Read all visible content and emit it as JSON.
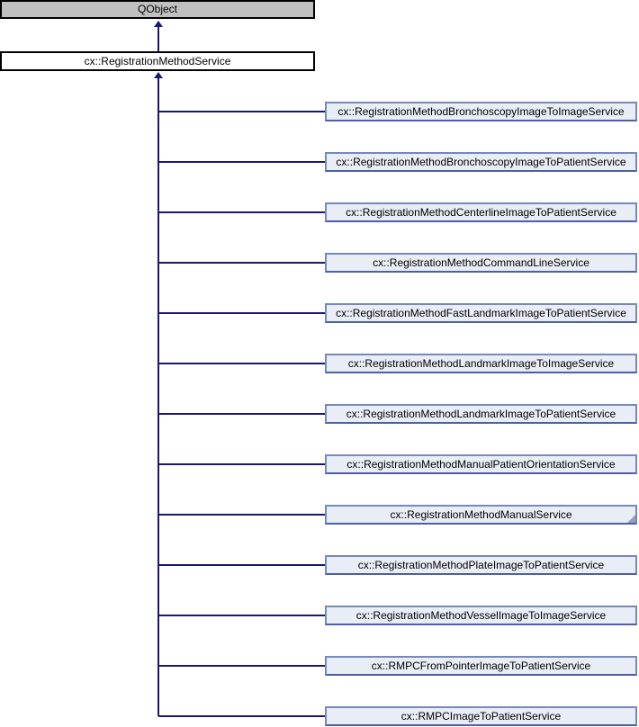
{
  "diagram": {
    "type": "class-inheritance-diagram",
    "root": {
      "label": "QObject"
    },
    "base": {
      "label": "cx::RegistrationMethodService"
    },
    "derived": [
      {
        "label": "cx::RegistrationMethodBronchoscopyImageToImageService",
        "truncated": false
      },
      {
        "label": "cx::RegistrationMethodBronchoscopyImageToPatientService",
        "truncated": false
      },
      {
        "label": "cx::RegistrationMethodCenterlineImageToPatientService",
        "truncated": false
      },
      {
        "label": "cx::RegistrationMethodCommandLineService",
        "truncated": false
      },
      {
        "label": "cx::RegistrationMethodFastLandmarkImageToPatientService",
        "truncated": false
      },
      {
        "label": "cx::RegistrationMethodLandmarkImageToImageService",
        "truncated": false
      },
      {
        "label": "cx::RegistrationMethodLandmarkImageToPatientService",
        "truncated": false
      },
      {
        "label": "cx::RegistrationMethodManualPatientOrientationService",
        "truncated": false
      },
      {
        "label": "cx::RegistrationMethodManualService",
        "truncated": true
      },
      {
        "label": "cx::RegistrationMethodPlateImageToPatientService",
        "truncated": false
      },
      {
        "label": "cx::RegistrationMethodVesselImageToImageService",
        "truncated": false
      },
      {
        "label": "cx::RMPCFromPointerImageToPatientService",
        "truncated": false
      },
      {
        "label": "cx::RMPCImageToPatientService",
        "truncated": false
      }
    ],
    "colors": {
      "edge": "#191970",
      "root_fill": "#c0c0c0",
      "root_border": "#000000",
      "base_fill": "#ffffff",
      "base_border": "#000000",
      "derived_fill": "#e9edf5",
      "derived_border": "#7589bb",
      "derived_border_dark": "#4d5fa6",
      "truncate_triangle": "#94a0b8"
    }
  }
}
